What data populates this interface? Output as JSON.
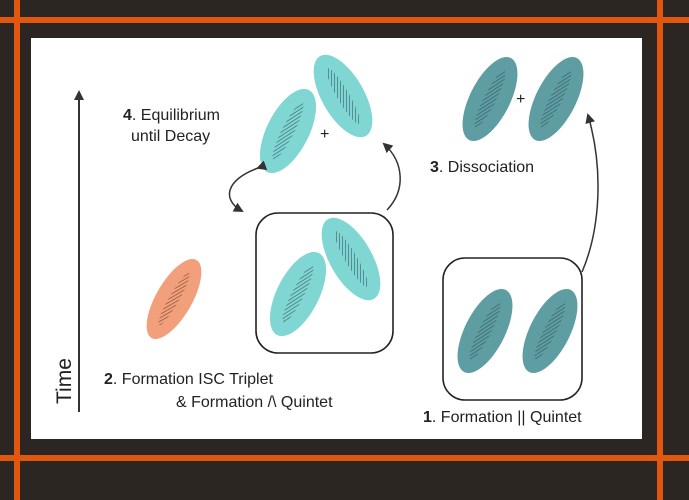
{
  "axis": {
    "label": "Time"
  },
  "steps": [
    {
      "num": "1",
      "text": "Formation || Quintet"
    },
    {
      "num": "2",
      "line1": "Formation ISC Triplet",
      "line2": "& Formation /\\ Quintet"
    },
    {
      "num": "3",
      "text": "Dissociation"
    },
    {
      "num": "4",
      "line1": "Equilibrium",
      "line2": "until Decay"
    }
  ],
  "plus_signs": [
    "+",
    "+"
  ],
  "colors": {
    "frame": "#e2570e",
    "background": "#2b2622",
    "teal_dark": "#5e9ea3",
    "teal_light": "#7fd6d3",
    "orange": "#f2a07c"
  }
}
